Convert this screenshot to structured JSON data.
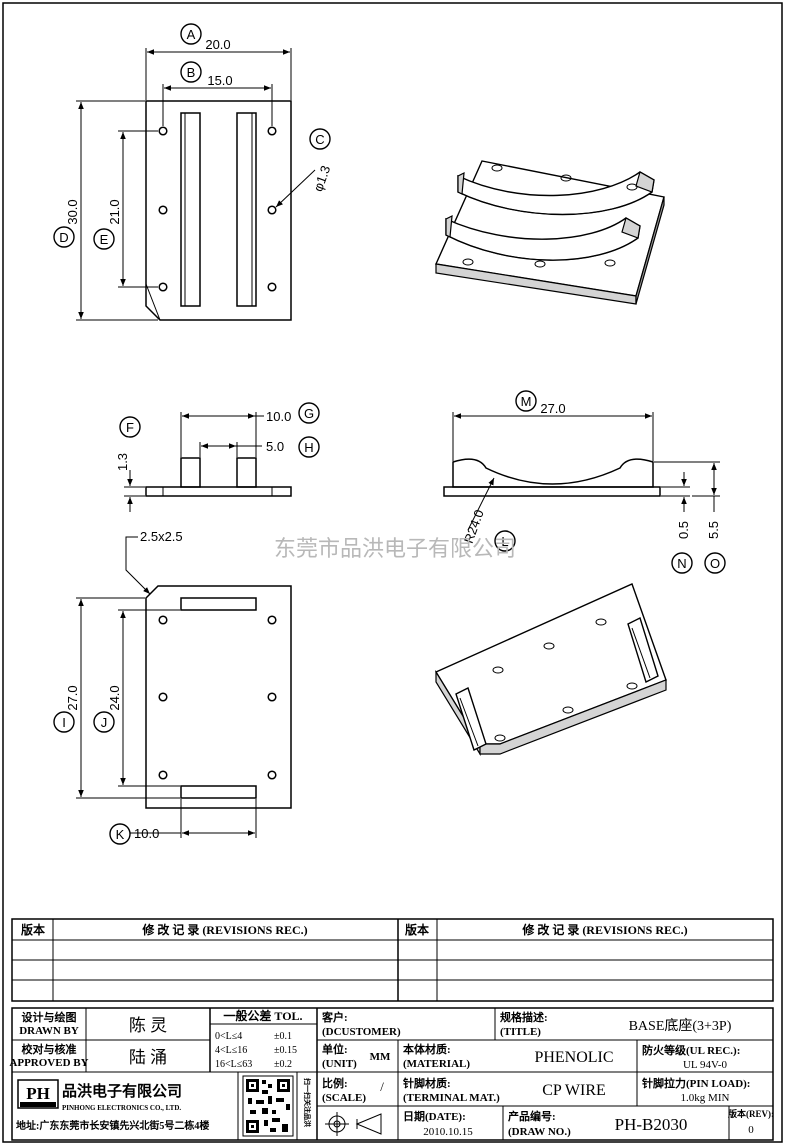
{
  "watermark": "东莞市品洪电子有限公司",
  "dimensions": {
    "A": {
      "label": "A",
      "value": "20.0"
    },
    "B": {
      "label": "B",
      "value": "15.0"
    },
    "C": {
      "label": "C",
      "value": "φ1.3"
    },
    "D": {
      "label": "D",
      "value": "30.0"
    },
    "E": {
      "label": "E",
      "value": "21.0"
    },
    "F": {
      "label": "F",
      "value": "1.3"
    },
    "G": {
      "label": "G",
      "value": "10.0"
    },
    "H": {
      "label": "H",
      "value": "5.0"
    },
    "I": {
      "label": "I",
      "value": "27.0"
    },
    "J": {
      "label": "J",
      "value": "24.0"
    },
    "K": {
      "label": "K",
      "value": "10.0"
    },
    "L": {
      "label": "L",
      "value": "R24.0"
    },
    "M": {
      "label": "M",
      "value": "27.0"
    },
    "N": {
      "label": "N",
      "value": "0.5"
    },
    "O": {
      "label": "O",
      "value": "5.5"
    },
    "chamfer": "2.5x2.5"
  },
  "revisions": {
    "col_version": "版本",
    "col_record": "修 改 记 录 (REVISIONS REC.)"
  },
  "titleblock": {
    "designed_label": "设计与绘图",
    "designed_label_en": "DRAWN BY",
    "designed_by": "陈 灵",
    "approved_label": "校对与核准",
    "approved_label_en": "APPROVED BY",
    "approved_by": "陆 涌",
    "tol_title": "一般公差 TOL.",
    "tol_rows": [
      {
        "range": "0<L≤4",
        "value": "±0.1"
      },
      {
        "range": "4<L≤16",
        "value": "±0.15"
      },
      {
        "range": "16<L≤63",
        "value": "±0.2"
      }
    ],
    "customer_label": "客户:",
    "customer_label_en": "(DCUSTOMER)",
    "title_label": "规格描述:",
    "title_label_en": "(TITLE)",
    "title_value": "BASE底座(3+3P)",
    "unit_label": "单位:",
    "unit_label_en": "(UNIT)",
    "unit_value": "MM",
    "material_label": "本体材质:",
    "material_label_en": "(MATERIAL)",
    "material_value": "PHENOLIC",
    "fire_label": "防火等级(UL REC.):",
    "fire_value": "UL 94V-0",
    "scale_label": "比例:",
    "scale_label_en": "(SCALE)",
    "scale_value": "/",
    "terminal_label": "针脚材质:",
    "terminal_label_en": "(TERMINAL MAT.)",
    "terminal_value": "CP WIRE",
    "pinload_label": "针脚拉力(PIN LOAD):",
    "pinload_value": "1.0kg MIN",
    "date_label": "日期(DATE):",
    "date_value": "2010.10.15",
    "drawno_label": "产品编号:",
    "drawno_label_en": "(DRAW NO.)",
    "drawno_value": "PH-B2030",
    "rev_label": "版本(REV):",
    "rev_value": "0",
    "company_logo": "PH",
    "company_name": "品洪电子有限公司",
    "company_name_en": "PINHONG ELECTRONICS CO., LTD.",
    "address": "地址:广东东莞市长安镇先兴北街5号二栋4楼",
    "qr_side_text": "扫一扫关注品洪"
  }
}
